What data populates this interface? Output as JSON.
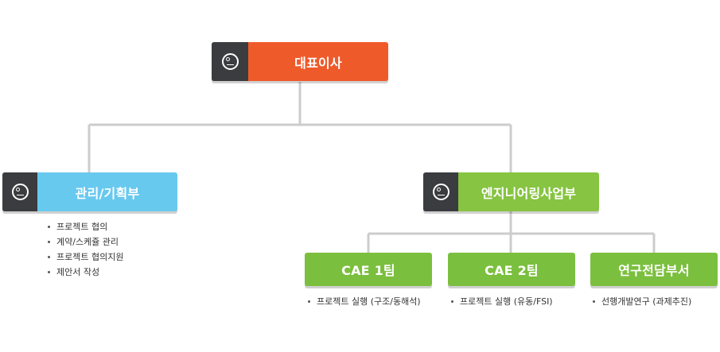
{
  "org_chart": {
    "ceo": {
      "label": "대표이사"
    },
    "management": {
      "label": "관리/기획부",
      "duties": [
        "프로젝트 협의",
        "계약/스케쥴 관리",
        "프로젝트 협의지원",
        "제안서 작성"
      ]
    },
    "engineering": {
      "label": "엔지니어링사업부"
    },
    "teams": [
      {
        "label": "CAE 1팀",
        "duties": [
          "프로젝트 실행 (구조/동해석)"
        ]
      },
      {
        "label": "CAE 2팀",
        "duties": [
          "프로젝트 실행 (유동/FSI)"
        ]
      },
      {
        "label": "연구전담부서",
        "duties": [
          "선행개발연구 (과제추진)"
        ]
      }
    ]
  },
  "colors": {
    "ceo": "#ef5a2a",
    "management": "#68c9ef",
    "engineering": "#86c441",
    "team": "#7bbf3e",
    "badge": "#3a3c3f",
    "connector": "#cccccc"
  },
  "icons": {
    "badge_logo": "insight-logo-icon"
  }
}
